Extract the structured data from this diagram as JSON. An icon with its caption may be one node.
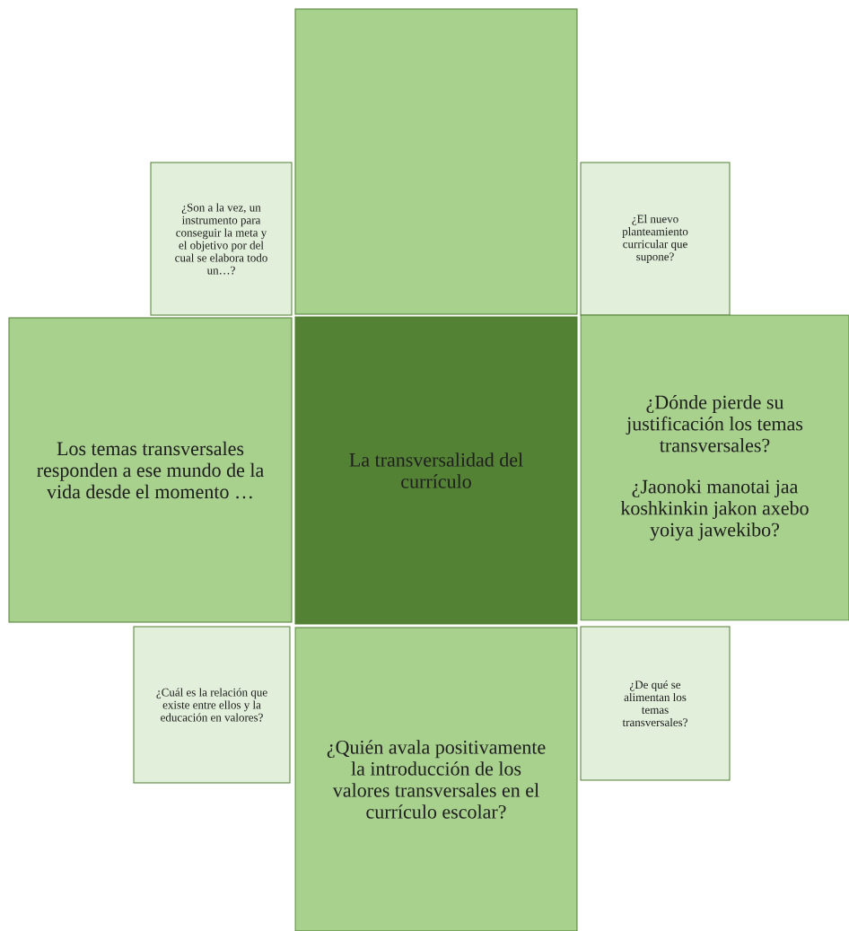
{
  "diagram": {
    "nodes": [
      {
        "text": [],
        "shape": "box"
      },
      {
        "text": [
          "¿Son a la vez, un instrumento para conseguir la meta y el objetivo por del cual se elabora todo un…?"
        ]
      },
      {
        "text": [
          "¿El nuevo planteamiento curricular que supone?"
        ]
      },
      {
        "text": [
          "Los temas transversales responden a ese mundo de la vida desde el momento …"
        ]
      },
      {
        "text": [
          "La transversalidad del currículo"
        ]
      },
      {
        "text": [
          "¿Dónde pierde su justificación los temas transversales?",
          "¿Jaonoki manotai jaa koshkinkin jakon axebo yoiya jawekibo?"
        ]
      },
      {
        "text": [
          "¿Cuál es la relación que existe entre ellos y la educación en valores?"
        ]
      },
      {
        "text": [
          "¿Quién avala positivamente la introducción de los valores transversales en el currículo escolar?"
        ]
      },
      {
        "text": [
          "¿De qué se alimentan los temas transversales?"
        ]
      }
    ],
    "edges": []
  }
}
